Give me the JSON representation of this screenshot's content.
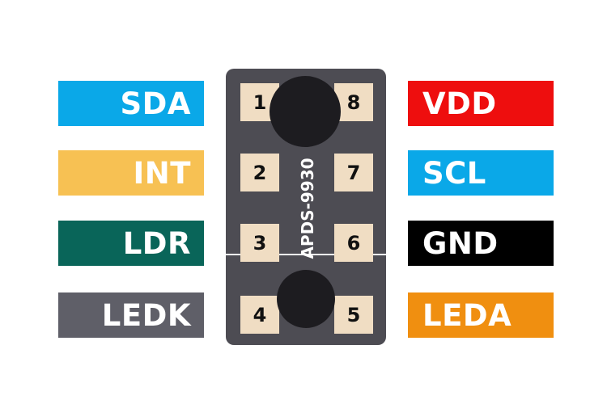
{
  "chip": {
    "name": "APDS-9930"
  },
  "pins": [
    {
      "number": "1",
      "label": "SDA",
      "color": "#0aa8e8"
    },
    {
      "number": "2",
      "label": "INT",
      "color": "#f7c153"
    },
    {
      "number": "3",
      "label": "LDR",
      "color": "#096559"
    },
    {
      "number": "4",
      "label": "LEDK",
      "color": "#5f5f68"
    },
    {
      "number": "5",
      "label": "LEDA",
      "color": "#f08f10"
    },
    {
      "number": "6",
      "label": "GND",
      "color": "#000000"
    },
    {
      "number": "7",
      "label": "SCL",
      "color": "#0aa8e8"
    },
    {
      "number": "8",
      "label": "VDD",
      "color": "#ee0e0e"
    }
  ]
}
